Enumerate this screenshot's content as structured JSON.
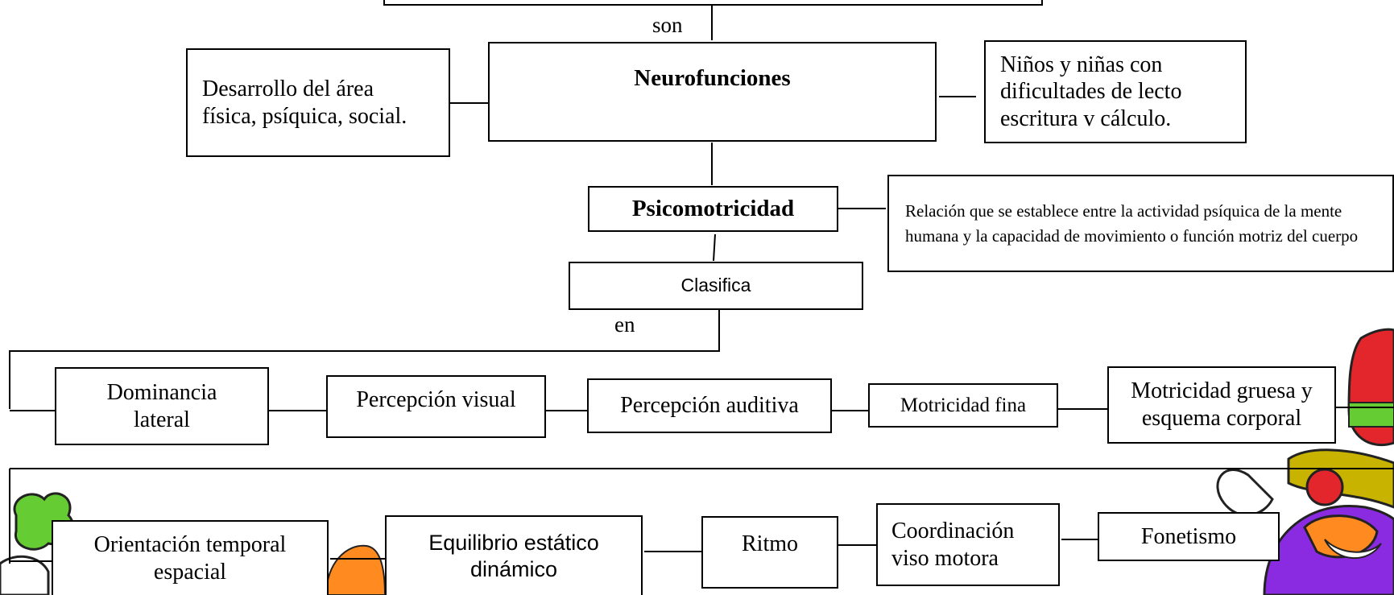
{
  "connectors": {
    "son": "son",
    "en": "en"
  },
  "boxes": {
    "neurofunciones": "Neurofunciones",
    "desarrollo": "Desarrollo del área física, psíquica, social.",
    "ninos": "Niños y niñas con dificultades de lecto escritura v cálculo.",
    "psicomotricidad": "Psicomotricidad",
    "relacion": "Relación que se establece entre la actividad psíquica de la mente humana y la capacidad de movimiento o función motriz del cuerpo",
    "clasifica": "Clasifica"
  },
  "row1": {
    "dominancia": "Dominancia lateral",
    "perc_visual": "Percepción visual",
    "perc_auditiva": "Percepción auditiva",
    "motricidad_fina": "Motricidad fina",
    "motricidad_gruesa": "Motricidad gruesa y esquema corporal"
  },
  "row2": {
    "orientacion": "Orientación temporal espacial",
    "equilibrio": "Equilibrio estático dinámico",
    "ritmo": "Ritmo",
    "coordinacion": "Coordinación viso motora",
    "fonetismo": "Fonetismo"
  },
  "colors": {
    "green": "#66cc33",
    "orange": "#ff8a1f",
    "purple": "#8a2be2",
    "red": "#e3262b"
  }
}
